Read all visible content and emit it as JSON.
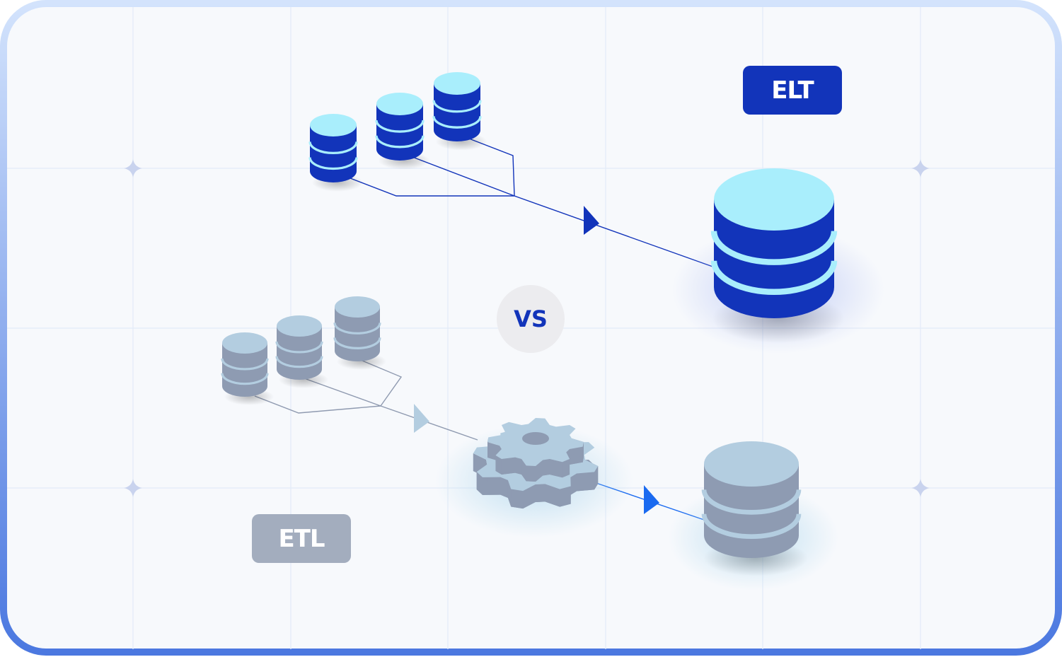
{
  "elt": {
    "label": "ELT",
    "color": "#1234BA",
    "top_color": "#A9EEFC"
  },
  "etl": {
    "label": "ETL",
    "color": "#A3ADBE",
    "body_color": "#8E9BB2",
    "top_color": "#B3CDE0"
  },
  "vs": {
    "label": "VS"
  },
  "frame": {
    "background": "#F7F9FC",
    "border_top": "#D3E3FC",
    "border_bottom": "#4B78E0"
  },
  "icons": [
    "database-icon",
    "gear-icon",
    "arrow-icon",
    "sparkle-icon"
  ]
}
